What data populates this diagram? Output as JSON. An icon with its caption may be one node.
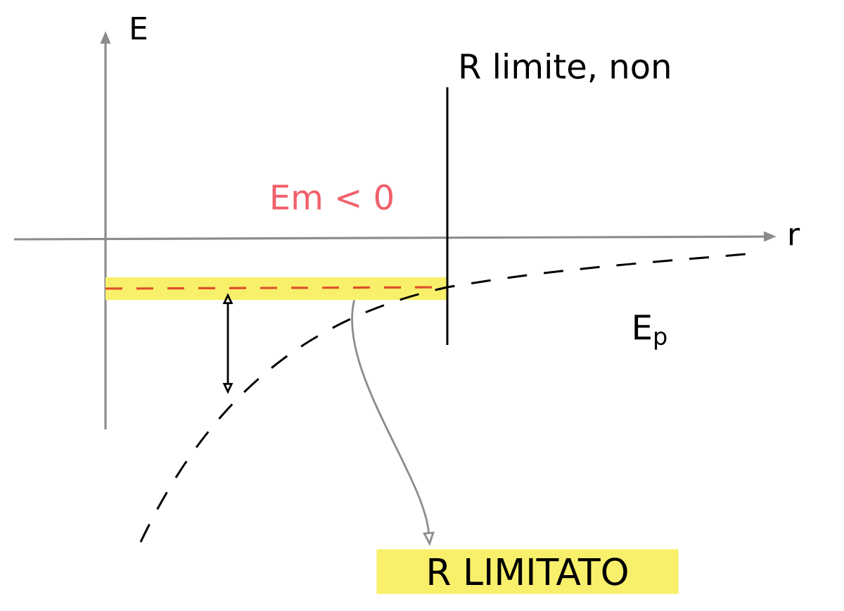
{
  "diagram": {
    "nodes": [
      {
        "text": [],
        "shape": "bar"
      },
      {
        "text": [
          "R LIMITATO"
        ]
      }
    ],
    "edges": [
      {
        "from": 0,
        "to": 1,
        "arrow": "to"
      }
    ],
    "labels": [
      "E",
      "R limite, non",
      "Em < 0",
      "r",
      "E$_{p}$"
    ]
  }
}
